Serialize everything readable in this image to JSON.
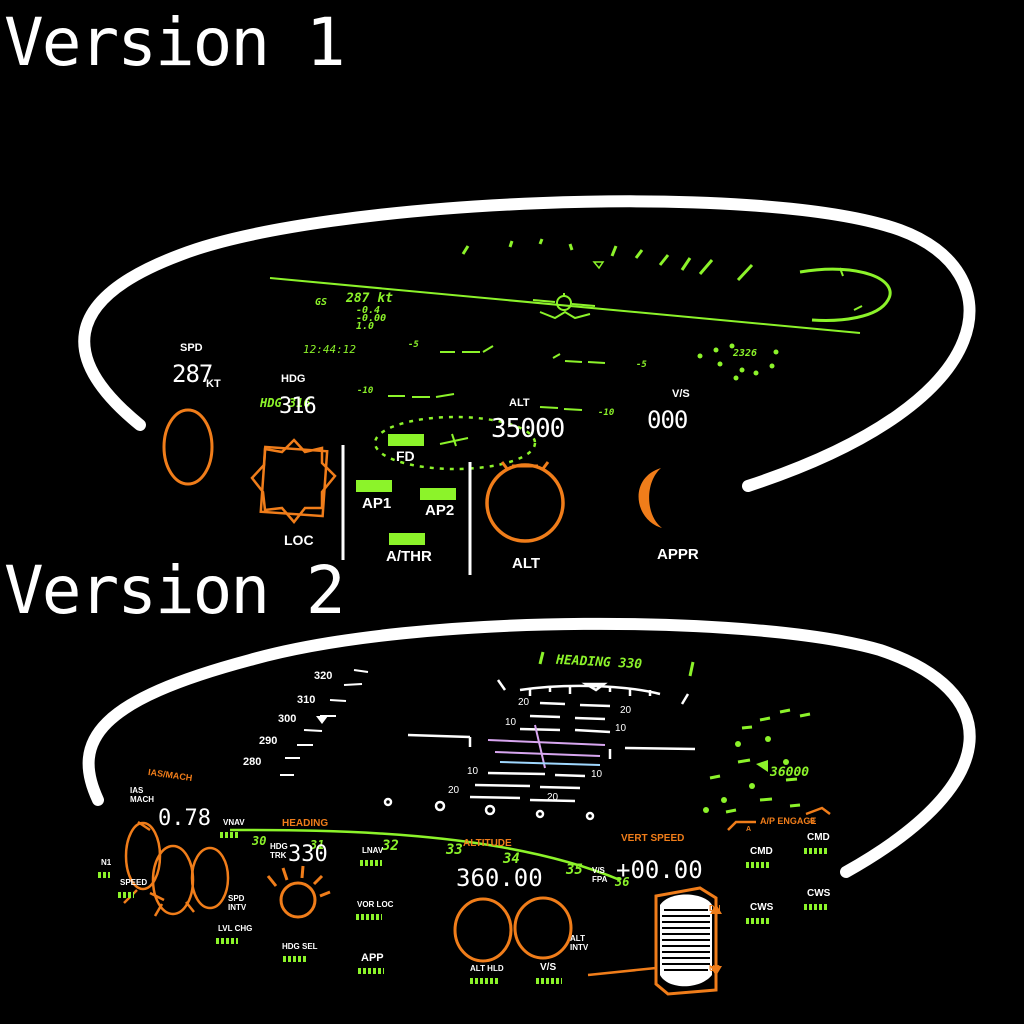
{
  "titles": {
    "v1": "Version 1",
    "v2": "Version 2"
  },
  "colors": {
    "hud_green": "#8cf32a",
    "knob_orange": "#f07d1a",
    "frame_white": "#ffffff",
    "background": "#000000"
  },
  "v1": {
    "hud": {
      "gs_label": "GS",
      "gs_value": "287 kt",
      "readout_lines": [
        "-0.4",
        "-0.00",
        "1.0"
      ],
      "clock": "12:44:12",
      "pitch_labels": [
        "-5",
        "-5",
        "-10",
        "-10"
      ],
      "heading_label": "HDG 316",
      "altitude_dots": "2326"
    },
    "panel": {
      "spd_label": "SPD",
      "spd_value": "287",
      "spd_unit": "KT",
      "hdg_label": "HDG",
      "hdg_value": "316",
      "loc_label": "LOC",
      "fd_label": "FD",
      "ap1_label": "AP1",
      "ap2_label": "AP2",
      "athr_label": "A/THR",
      "alt_label": "ALT",
      "alt_value": "35000",
      "alt_button_label": "ALT",
      "vs_label": "V/S",
      "vs_value": "000",
      "appr_label": "APPR"
    }
  },
  "v2": {
    "hud": {
      "heading_banner": "HEADING 330",
      "speed_tape": [
        "320",
        "310",
        "300",
        "290",
        "280"
      ],
      "pitch_upper": [
        "20",
        "20",
        "10",
        "10"
      ],
      "pitch_lower": [
        "10",
        "10",
        "20",
        "20"
      ],
      "altitude_value": "36000",
      "compass_ticks": [
        "30",
        "31",
        "32",
        "33",
        "34",
        "35",
        "36"
      ]
    },
    "panel": {
      "ias_mach_label": "IAS/MACH",
      "ias_small_label": "IAS\nMACH",
      "speed_value": "0.78",
      "n1_label": "N1",
      "speed_label": "SPEED",
      "vnav_label": "VNAV",
      "spd_intv_label": "SPD\nINTV",
      "lvl_chg_label": "LVL CHG",
      "heading_label": "HEADING",
      "hdg_trk_label": "HDG\nTRK",
      "heading_value": "330",
      "lnav_label": "LNAV",
      "vor_loc_label": "VOR LOC",
      "app_label": "APP",
      "hdg_sel_label": "HDG SEL",
      "altitude_label": "ALTITUDE",
      "altitude_value": "360.00",
      "alt_hld_label": "ALT HLD",
      "vs_label": "V/S",
      "alt_intv_label": "ALT\nINTV",
      "vert_speed_label": "VERT SPEED",
      "vs_fpa_label": "V/S\nFPA",
      "vert_speed_value": "+00.00",
      "dn_label": "DN",
      "up_label": "UP",
      "ap_engage_label": "A/P ENGAGE",
      "ap_a": "A",
      "ap_b": "B",
      "cmd_a_label": "CMD",
      "cmd_b_label": "CMD",
      "cws_a_label": "CWS",
      "cws_b_label": "CWS"
    }
  }
}
